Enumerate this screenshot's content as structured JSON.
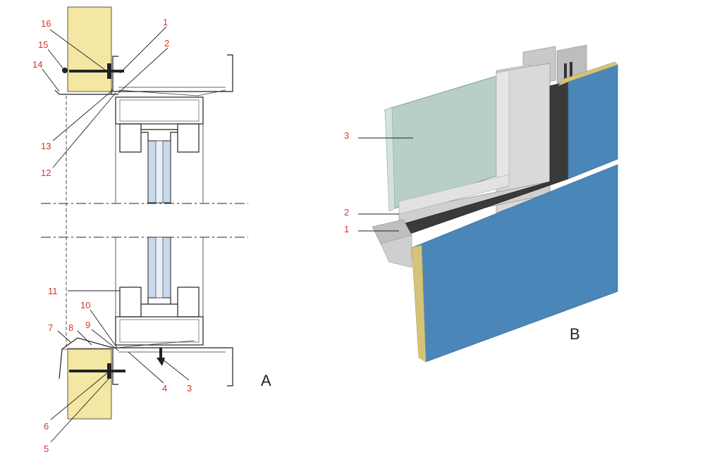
{
  "colors": {
    "insulation": "#f3e7a3",
    "panel_blue": "#4b86b8",
    "panel_blue_side": "#5c97c7",
    "panel_edge": "#d6c37a",
    "glass": "#b8cfc7",
    "frame": "#d6d6d6",
    "flashing": "#3a3a3a",
    "callout_text": "#d9342b"
  },
  "section_a": {
    "label": "A",
    "callouts": [
      "1",
      "2",
      "3",
      "4",
      "5",
      "6",
      "7",
      "8",
      "9",
      "10",
      "11",
      "12",
      "13",
      "14",
      "15",
      "16"
    ]
  },
  "view_b": {
    "label": "B",
    "callouts": [
      "3",
      "2",
      "1"
    ]
  }
}
